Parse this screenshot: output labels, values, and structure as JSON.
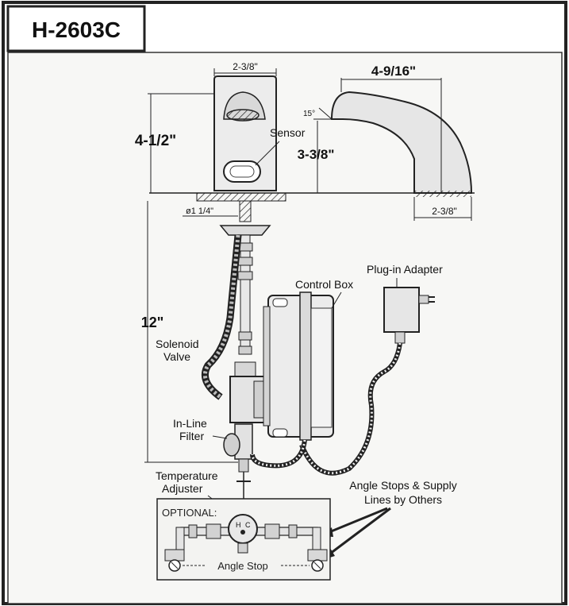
{
  "model_number": "H-2603C",
  "dimensions": {
    "spout_top_width": "2-3/8\"",
    "reach": "4-9/16\"",
    "height": "4-1/2\"",
    "spout_height": "3-3/8\"",
    "base_width": "2-3/8\"",
    "angle": "15°",
    "hole_diameter": "ø1 1/4\"",
    "supply_length": "12\""
  },
  "labels": {
    "sensor": "Sensor",
    "plug_in_adapter": "Plug-in Adapter",
    "control_box": "Control Box",
    "solenoid_valve_1": "Solenoid",
    "solenoid_valve_2": "Valve",
    "inline_filter_1": "In-Line",
    "inline_filter_2": "Filter",
    "temp_adjuster_1": "Temperature",
    "temp_adjuster_2": "Adjuster",
    "optional": "OPTIONAL:",
    "angle_stops_1": "Angle Stops & Supply",
    "angle_stops_2": "Lines by Others",
    "angle_stop": "Angle Stop",
    "valve_h": "H",
    "valve_c": "C"
  }
}
